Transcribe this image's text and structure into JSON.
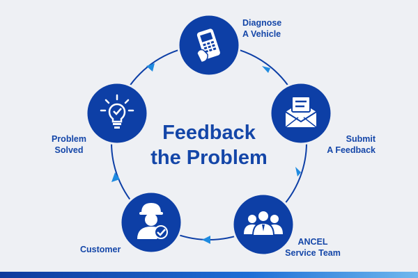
{
  "title": {
    "line1": "Feedback",
    "line2": "the Problem"
  },
  "steps": [
    {
      "line1": "Diagnose",
      "line2": "A Vehicle",
      "icon": "phone-diagnostic-icon"
    },
    {
      "line1": "Submit",
      "line2": "A Feedback",
      "icon": "envelope-message-icon"
    },
    {
      "line1": "ANCEL",
      "line2": "Service Team",
      "icon": "team-icon"
    },
    {
      "line1": "Customer",
      "line2": "",
      "icon": "worker-check-icon"
    },
    {
      "line1": "Problem",
      "line2": "Solved",
      "icon": "lightbulb-check-icon"
    }
  ],
  "colors": {
    "primary": "#0d3fa6",
    "arrow": "#1f8be0",
    "text": "#1446a8",
    "background": "#eef0f4"
  }
}
